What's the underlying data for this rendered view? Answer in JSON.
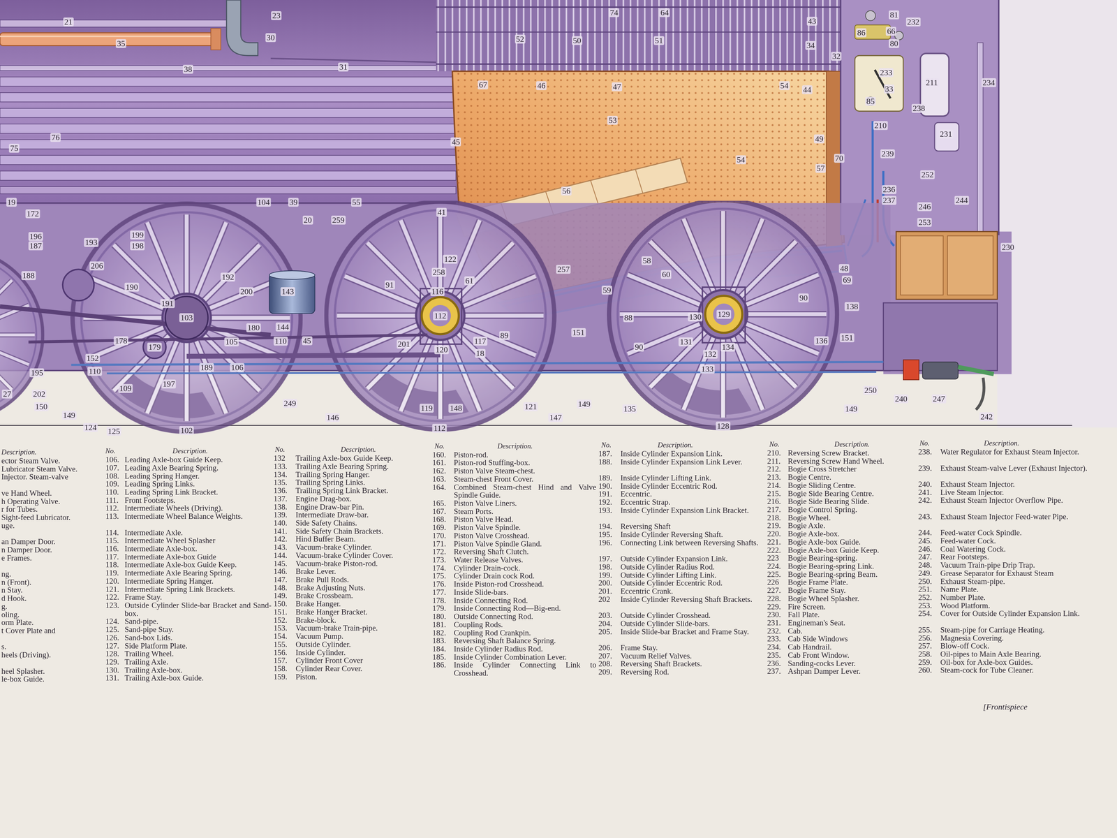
{
  "diagram": {
    "labels": [
      "21",
      "23",
      "30",
      "35",
      "38",
      "31",
      "74",
      "64",
      "52",
      "50",
      "51",
      "43",
      "34",
      "81",
      "232",
      "86",
      "66",
      "80",
      "32",
      "233",
      "33",
      "211",
      "234",
      "85",
      "238",
      "67",
      "46",
      "47",
      "54",
      "44",
      "53",
      "49",
      "210",
      "231",
      "75",
      "76",
      "45",
      "70",
      "239",
      "54",
      "57",
      "252",
      "56",
      "19",
      "104",
      "39",
      "55",
      "41",
      "236",
      "237",
      "246",
      "244",
      "253",
      "172",
      "20",
      "259",
      "196",
      "187",
      "199",
      "198",
      "193",
      "206",
      "230",
      "122",
      "258",
      "61",
      "257",
      "58",
      "60",
      "59",
      "48",
      "69",
      "188",
      "192",
      "190",
      "200",
      "143",
      "91",
      "116",
      "112",
      "90",
      "138",
      "88",
      "130",
      "129",
      "191",
      "103",
      "144",
      "45",
      "180",
      "110",
      "105",
      "178",
      "179",
      "201",
      "120",
      "117",
      "18",
      "89",
      "151",
      "131",
      "132",
      "134",
      "136",
      "151",
      "90",
      "133",
      "152",
      "110",
      "195",
      "189",
      "106",
      "197",
      "109",
      "27",
      "202",
      "150",
      "149",
      "124",
      "125",
      "102",
      "249",
      "146",
      "119",
      "148",
      "121",
      "147",
      "149",
      "112",
      "135",
      "128",
      "250",
      "149",
      "240",
      "247",
      "242",
      "Description.",
      "ector Steam Valve.",
      "Lubricator Steam Valve.",
      "Injector. Steam-valve",
      "ve Hand Wheel.",
      "h Operating Valve.",
      "r for Tubes.",
      "Sight-feed Lubricator.",
      "uge.",
      "an Damper Door.",
      "n Damper Door.",
      "e Frames.",
      "ng.",
      "n (Front).",
      "n Stay.",
      "d Hook.",
      "g.",
      "oling.",
      "orm Plate.",
      "t Cover Plate and",
      "s.",
      "heels (Driving).",
      "heel Splasher.",
      "le-box Guide.",
      "No.",
      "Description.",
      "106.",
      "Leading Axle-box Guide Keep.",
      "107.",
      "Leading Axle Bearing Spring.",
      "108.",
      "Leading Spring Hanger.",
      "109.",
      "Leading Spring Links.",
      "110.",
      "Leading Spring Link Bracket.",
      "111.",
      "Front Footsteps.",
      "112.",
      "Intermediate Wheels (Driving).",
      "113.",
      "Intermediate Wheel Balance Weights.",
      "114.",
      "Intermediate Axle.",
      "115.",
      "Intermediate Wheel Splasher",
      "116.",
      "Intermediate Axle-box.",
      "117.",
      "Intermediate Axle-box Guide",
      "118.",
      "Intermediate Axle-box Guide Keep.",
      "119.",
      "Intermediate Axle Bearing Spring.",
      "120.",
      "Intermediate Spring Hanger.",
      "121.",
      "Intermediate Spring Link Brackets.",
      "122.",
      "Frame Stay.",
      "123.",
      "Outside Cylinder Slide-bar Bracket and Sand-box.",
      "124.",
      "Sand-pipe.",
      "125.",
      "Sand-pipe Stay.",
      "126.",
      "Sand-box Lids.",
      "127.",
      "Side Platform Plate.",
      "128.",
      "Trailing Wheel.",
      "129.",
      "Trailing Axle.",
      "130.",
      "Trailing Axle-box.",
      "131.",
      "Trailing Axle-box Guide.",
      "No.",
      "Description.",
      "132",
      "Trailing Axle-box Guide Keep.",
      "133.",
      "Trailing Axle Bearing Spring.",
      "134.",
      "Trailing Spring Hanger.",
      "135.",
      "Trailing Spring Links.",
      "136.",
      "Trailing Spring Link Bracket.",
      "137.",
      "Engine Drag-box.",
      "138.",
      "Engine Draw-bar Pin.",
      "139.",
      "Intermediate Draw-bar.",
      "140.",
      "Side Safety Chains.",
      "141.",
      "Side Safety Chain Brackets.",
      "142.",
      "Hind Buffer Beam.",
      "143.",
      "Vacuum-brake Cylinder.",
      "144.",
      "Vacuum-brake Cylinder Cover.",
      "145.",
      "Vacuum-brake Piston-rod.",
      "146.",
      "Brake Lever.",
      "147.",
      "Brake Pull Rods.",
      "148.",
      "Brake Adjusting Nuts.",
      "149.",
      "Brake Crossbeam.",
      "150.",
      "Brake Hanger.",
      "151.",
      "Brake Hanger Bracket.",
      "152.",
      "Brake-block.",
      "153.",
      "Vacuum-brake Train-pipe.",
      "154.",
      "Vacuum Pump.",
      "155.",
      "Outside Cylinder.",
      "156.",
      "Inside Cylinder.",
      "157.",
      "Cylinder Front Cover",
      "158.",
      "Cylinder Rear Cover.",
      "159.",
      "Piston.",
      "No.",
      "Description.",
      "160.",
      "Piston-rod.",
      "161.",
      "Piston-rod Stuffing-box.",
      "162.",
      "Piston Valve Steam-chest.",
      "163.",
      "Steam-chest Front Cover.",
      "164.",
      "Combined Steam-chest Hind and Valve Spindle Guide.",
      "165.",
      "Piston Valve Liners.",
      "167.",
      "Steam Ports.",
      "168.",
      "Piston Valve Head.",
      "169.",
      "Piston Valve Spindle.",
      "170.",
      "Piston Valve Crosshead.",
      "171.",
      "Piston Valve Spindle Gland.",
      "172.",
      "Reversing Shaft Clutch.",
      "173.",
      "Water Release Valves.",
      "174.",
      "Cylinder Drain-cock.",
      "175.",
      "Cylinder Drain cock Rod.",
      "176.",
      "Inside Piston-rod Crosshead.",
      "177.",
      "Inside Slide-bars.",
      "178.",
      "Inside Connecting Rod.",
      "179.",
      "Inside Connecting Rod—Big-end.",
      "180.",
      "Outside Connecting Rod.",
      "181.",
      "Coupling Rods.",
      "182.",
      "Coupling Rod Crankpin.",
      "183.",
      "Reversing Shaft Balance Spring.",
      "184.",
      "Inside Cylinder Radius Rod.",
      "185.",
      "Inside Cylinder Combination Lever.",
      "186.",
      "Inside Cylinder Connecting Link to Crosshead.",
      "No.",
      "Description.",
      "187.",
      "Inside Cylinder Expansion Link.",
      "188.",
      "Inside Cylinder Expansion Link Lever.",
      "189.",
      "Inside Cylinder Lifting Link.",
      "190.",
      "Inside Cylinder Eccentric Rod.",
      "191.",
      "Eccentric.",
      "192.",
      "Eccentric Strap.",
      "193.",
      "Inside Cylinder Expansion Link Bracket.",
      "194.",
      "Reversing Shaft",
      "195.",
      "Inside Cylinder Reversing Shaft.",
      "196.",
      "Connecting Link between Reversing Shafts.",
      "197.",
      "Outside Cylinder Expansion Link.",
      "198.",
      "Outside Cylinder Radius Rod.",
      "199.",
      "Outside Cylinder Lifting Link.",
      "200.",
      "Outside Cylinder Eccentric Rod.",
      "201.",
      "Eccentric Crank.",
      "202",
      "Inside Cylinder Reversing Shaft Brackets.",
      "203.",
      "Outside Cylinder Crosshead.",
      "204.",
      "Outside Cylinder Slide-bars.",
      "205.",
      "Inside Slide-bar Bracket and Frame Stay.",
      "206.",
      "Frame Stay.",
      "207.",
      "Vacuum Relief Valves.",
      "208.",
      "Reversing Shaft Brackets.",
      "209.",
      "Reversing Rod.",
      "No.",
      "Description.",
      "210.",
      "Reversing Screw Bracket.",
      "211.",
      "Reversing Screw Hand Wheel.",
      "212.",
      "Bogie Cross Stretcher",
      "213.",
      "Bogie Centre.",
      "214.",
      "Bogie Sliding Centre.",
      "215.",
      "Bogie Side Bearing Centre.",
      "216.",
      "Bogie Side Bearing Slide.",
      "217.",
      "Bogie Control Spring.",
      "218.",
      "Bogie Wheel.",
      "219.",
      "Bogie Axle.",
      "220.",
      "Bogie Axle-box.",
      "221.",
      "Bogie Axle-box Guide.",
      "222.",
      "Bogie Axle-box Guide Keep.",
      "223",
      "Bogie Bearing-spring.",
      "224.",
      "Bogie Bearing-spring Link.",
      "225.",
      "Bogie Bearing-spring Beam.",
      "226",
      "Bogie Frame Plate.",
      "227.",
      "Bogie Frame Stay.",
      "228.",
      "Bogie Wheel Splasher.",
      "229.",
      "Fire Screen.",
      "230.",
      "Fall Plate.",
      "231.",
      "Engineman's Seat.",
      "232.",
      "Cab.",
      "233.",
      "Cab Side Windows",
      "234.",
      "Cab Handrail.",
      "235.",
      "Cab Front Window.",
      "236.",
      "Sanding-cocks Lever.",
      "237.",
      "Ashpan Damper Lever.",
      "No.",
      "Description.",
      "238.",
      "Water Regulator for Exhaust Steam Injector.",
      "239.",
      "Exhaust Steam-valve Lever (Exhaust Injector).",
      "240.",
      "Exhaust Steam Injector.",
      "241.",
      "Live Steam Injector.",
      "242.",
      "Exhaust Steam Injector Overflow Pipe.",
      "243.",
      "Exhaust Steam Injector Feed-water Pipe.",
      "244.",
      "Feed-water Cock Spindle.",
      "245.",
      "Feed-water Cock.",
      "246.",
      "Coal Watering Cock.",
      "247.",
      "Rear Footsteps.",
      "248.",
      "Vacuum Train-pipe Drip Trap.",
      "249.",
      "Grease Separator for Exhaust Steam",
      "250.",
      "Exhaust Steam-pipe.",
      "251.",
      "Name Plate.",
      "252.",
      "Number Plate.",
      "253.",
      "Wood Platform.",
      "254.",
      "Cover for Outside Cylinder Expansion Link.",
      "255.",
      "Steam-pipe for Carriage Heating.",
      "256.",
      "Magnesia Covering.",
      "257.",
      "Blow-off Cock.",
      "258.",
      "Oil-pipes to Main Axle Bearing.",
      "259.",
      "Oil-box for Axle-box Guides.",
      "260.",
      "Steam-cock for Tube Cleaner.",
      "[Frontispiece"
    ]
  }
}
